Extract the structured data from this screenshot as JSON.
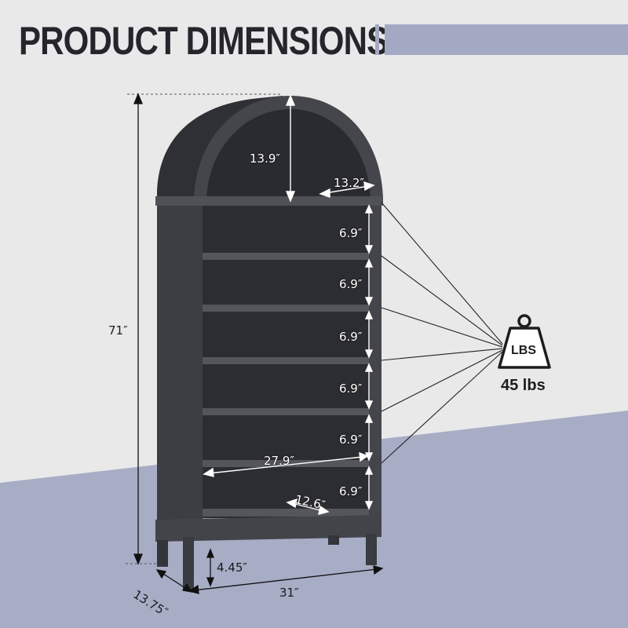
{
  "header": {
    "title": "PRODUCT DIMENSIONS"
  },
  "colors": {
    "accent_bar": "#a4a9c3",
    "floor": "#a8adc6",
    "background": "#e9e9ea",
    "furniture": "#3b3c41",
    "text": "#25262b"
  },
  "dimensions": {
    "total_height": "71″",
    "arch_height": "13.9″",
    "arch_depth": "13.2″",
    "shelf_gaps": [
      "6.9″",
      "6.9″",
      "6.9″",
      "6.9″",
      "6.9″",
      "6.9″"
    ],
    "inner_width": "27.9″",
    "shelf_depth": "12.6″",
    "leg_height": "4.45″",
    "total_width": "31″",
    "total_depth": "13.75″"
  },
  "weight": {
    "icon_text": "LBS",
    "value": "45 lbs"
  }
}
